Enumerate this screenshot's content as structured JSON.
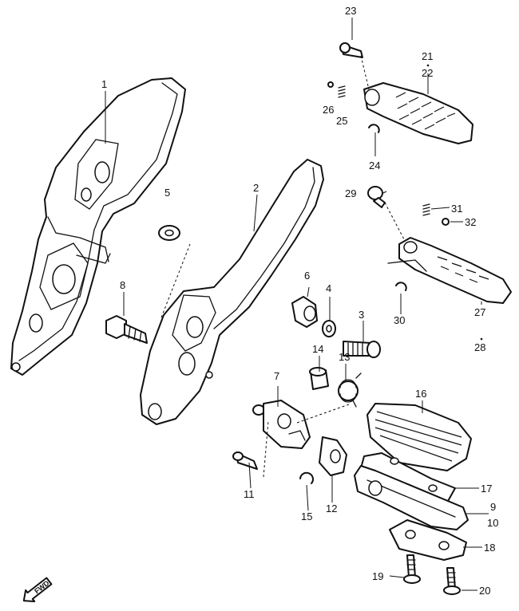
{
  "callouts": {
    "c1": "1",
    "c2": "2",
    "c3": "3",
    "c4": "4",
    "c5": "5",
    "c6": "6",
    "c7": "7",
    "c8": "8",
    "c9": "9",
    "c10": "10",
    "c11": "11",
    "c12": "12",
    "c13": "13",
    "c14": "14",
    "c15": "15",
    "c16": "16",
    "c17": "17",
    "c18": "18",
    "c19": "19",
    "c20": "20",
    "c21": "21",
    "c22": "22",
    "c23": "23",
    "c24": "24",
    "c25": "25",
    "c26": "26",
    "c27": "27",
    "c28": "28",
    "c29": "29",
    "c30": "30",
    "c31": "31",
    "c32": "32"
  },
  "fwd_label": "FWD",
  "colors": {
    "line": "#111111",
    "background": "#ffffff"
  }
}
